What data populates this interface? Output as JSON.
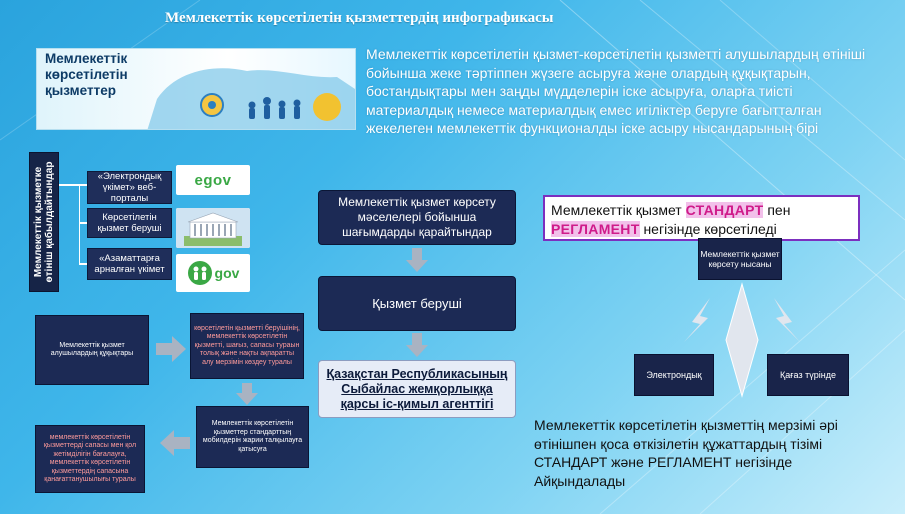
{
  "title": "Мемлекеттік көрсетілетін қызметтердің инфографикасы",
  "hero_label": "Мемлекеттік көрсетілетін қызметтер",
  "definition": "Мемлекеттік көрсетілетін қызмет-көрсетілетін қызметті алушылардың өтініші бойынша жеке тәртіппен жүзеге асыруға және олардың құқықтарын, бостандықтары мен заңды мүдделерін іске асыруға, оларға тиісті материалдық немесе материалдық емес игіліктер беруге бағытталған жекелеген мемлекеттік функционалды іске асыру нысандарының бірі",
  "vertical_label": "Мемлекеттік қызметке өтініш қабылдайтындар",
  "options": [
    {
      "label": "«Электрондық үкімет» веб-порталы",
      "logo": "egov-logo"
    },
    {
      "label": "Көрсетілетін қызмет беруші",
      "logo": "government-building-logo"
    },
    {
      "label": "«Азаматтарға арналған үкімет",
      "logo": "citizens-gov-logo"
    }
  ],
  "egov_text": "egov",
  "citizens_logo_text": "gov",
  "complaints_box": "Мемлекеттік қызмет көрсету мәселелері бойынша шағымдарды қарайтындар",
  "provider_box": "Қызмет беруші",
  "agency_box": "Қазақстан Республикасының Сыбайлас жемқорлыққа қарсы іс-қимыл агенттігі",
  "standard_line1_pre": "Мемлекеттік қызмет ",
  "standard_word": "СТАНДАРТ",
  "standard_line1_post": " пен",
  "reglament_word": "РЕГЛАМЕНТ",
  "standard_line2_post": " негізінде көрсетіледі",
  "form_box": "Мемлекеттік қызмет көрсету нысаны",
  "electronic_box": "Электрондық",
  "paper_box": "Қағаз түрінде",
  "flow": {
    "step1": "Мемлекеттік қызмет алушылардың құқықтары",
    "step2": "көрсетілетін қызметті беруішінің, мемлекеттік көрсетілетін қызметті, шағыз, сапасы тураын толық және нақты ақпаратты алу мерзімін көздеу туралы",
    "step3": "Мемлекеттік көрсетілетін қызметтер стандарттың мобилдерін жарии талқылауға қатысуға",
    "step4": "мемлекеттік көрсетілетін қызметтерді сапасы мен қол жетімділігін бағалауға, мемлекеттік көрсетілетін қызметтердің сапасына қанағаттанушылығы туралы"
  },
  "bottom_text": "Мемлекеттік көрсетілетін қызметтің мерзімі әрі өтінішпен қоса өткізілетін құжаттардың тізімі СТАНДАРТ және РЕГЛАМЕНТ негізінде Айқындалады",
  "colors": {
    "navy": "#1c2a55",
    "accent": "#cf1b8a",
    "frame": "#7c2fbf",
    "green": "#3aa845"
  }
}
